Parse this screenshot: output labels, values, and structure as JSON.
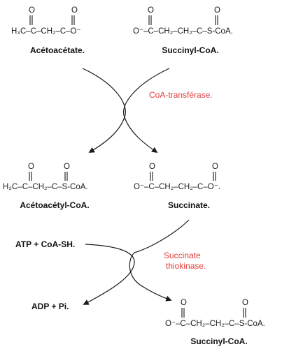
{
  "colors": {
    "enzyme": "#e23b3b",
    "ink": "#1a1a1a"
  },
  "step1": {
    "substrate1": {
      "formula": "H₃C–C–CH₂–C–O⁻",
      "carbonyl_o": "O",
      "name": "Acétoacétate."
    },
    "substrate2": {
      "formula": "O⁻–C–CH₂–CH₂–C–S-CoA.",
      "carbonyl_o": "O",
      "name": "Succinyl-CoA."
    },
    "enzyme": "CoA-transférase.",
    "product1": {
      "formula": "H₃C–C–CH₂–C–S-CoA.",
      "carbonyl_o": "O",
      "name": "Acétoacétyl-CoA."
    },
    "product2": {
      "formula": "O⁻–C–CH₂–CH₂–C–O⁻.",
      "carbonyl_o": "O",
      "name": "Succinate."
    }
  },
  "step2": {
    "input": "ATP + CoA-SH.",
    "enzyme_line1": "Succinate",
    "enzyme_line2": "thiokinase.",
    "output": "ADP + Pi.",
    "product": {
      "formula": "O⁻–C–CH₂–CH₂–C–S-CoA.",
      "carbonyl_o": "O",
      "name": "Succinyl-CoA."
    }
  }
}
